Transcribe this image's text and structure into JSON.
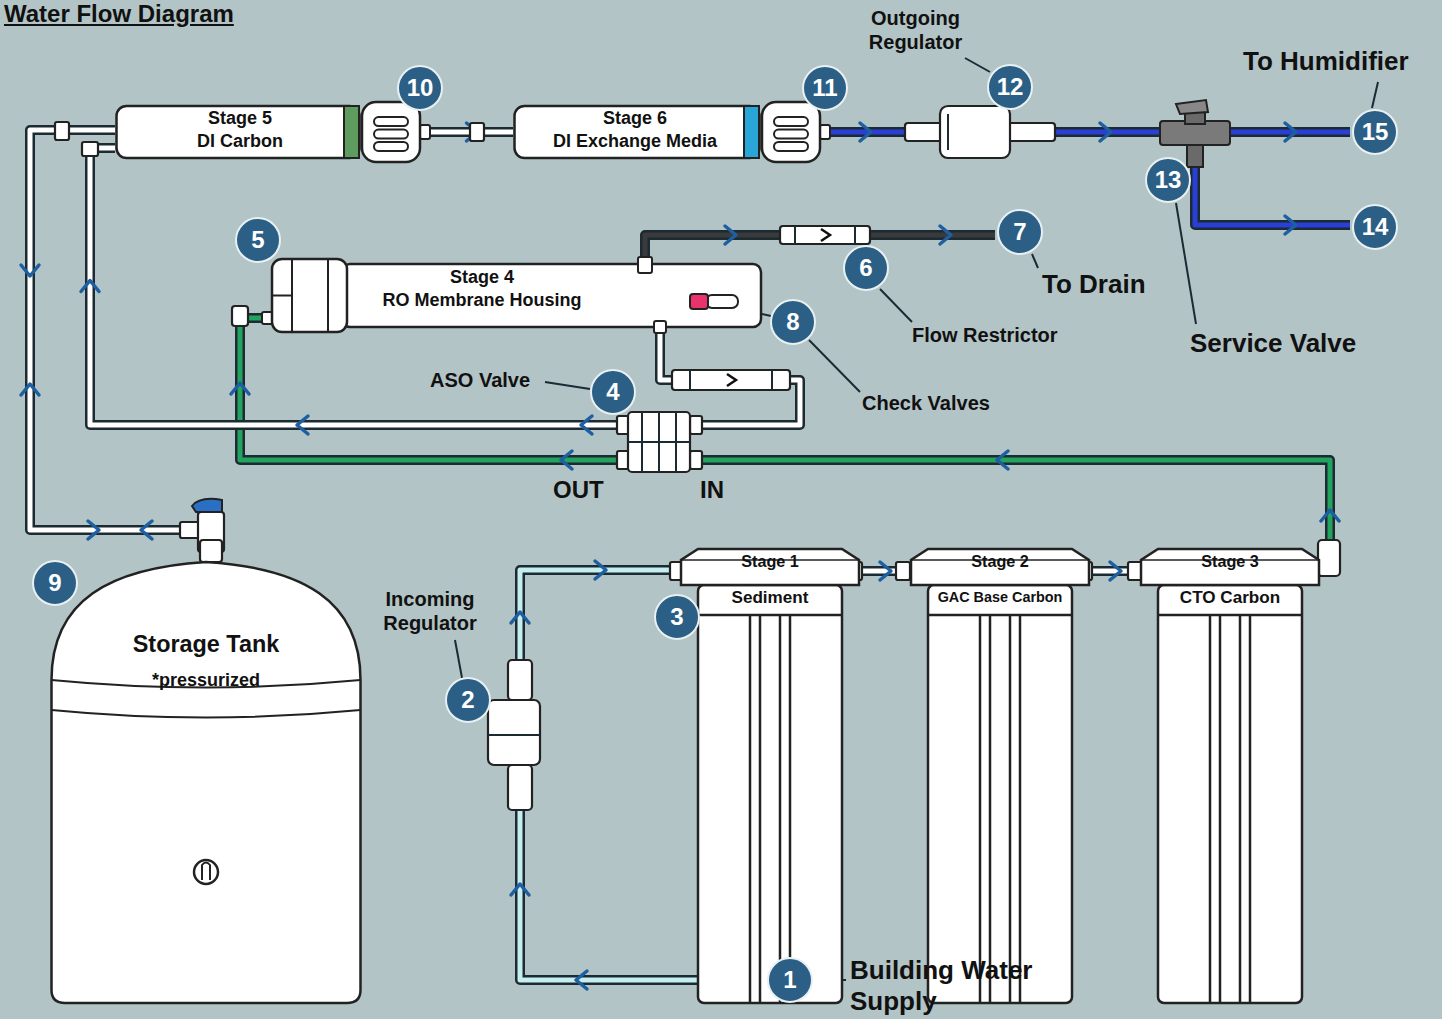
{
  "diagram": {
    "title": "Water Flow Diagram",
    "nodes": [
      {
        "text": [
          "Stage 5",
          "DI Carbon"
        ]
      },
      {
        "text": [
          "Stage 6",
          "DI Exchange Media"
        ]
      },
      {
        "text": [
          "Stage 4",
          "RO Membrane Housing"
        ]
      },
      {
        "text": [
          "Storage Tank",
          "*pressurized"
        ]
      },
      {
        "text": [
          "Stage 1",
          "Sediment"
        ]
      },
      {
        "text": [
          "Stage 2",
          "GAC Base Carbon"
        ]
      },
      {
        "text": [
          "Stage 3",
          "CTO Carbon"
        ]
      }
    ],
    "edges": [
      {
        "from": 4,
        "to": 5,
        "arrow": "to"
      },
      {
        "from": 5,
        "to": 6,
        "arrow": "to"
      },
      {
        "from": 6,
        "to": 2,
        "arrow": "to"
      },
      {
        "from": 2,
        "to": 0,
        "arrow": "to"
      },
      {
        "from": 3,
        "to": 0,
        "arrow": "both"
      },
      {
        "from": 0,
        "to": 1,
        "arrow": "to"
      }
    ],
    "labels": [
      "Outgoing Regulator",
      "10",
      "11",
      "12",
      "To Humidifier",
      "15",
      "13",
      "14",
      "5",
      "7",
      "6",
      "To Drain",
      "8",
      "Flow Restrictor",
      "Service Valve",
      "ASO Valve",
      "4",
      "Check Valves",
      "OUT",
      "IN",
      "9",
      "Incoming Regulator",
      "2",
      "3",
      "1",
      "Building Water Supply"
    ]
  }
}
